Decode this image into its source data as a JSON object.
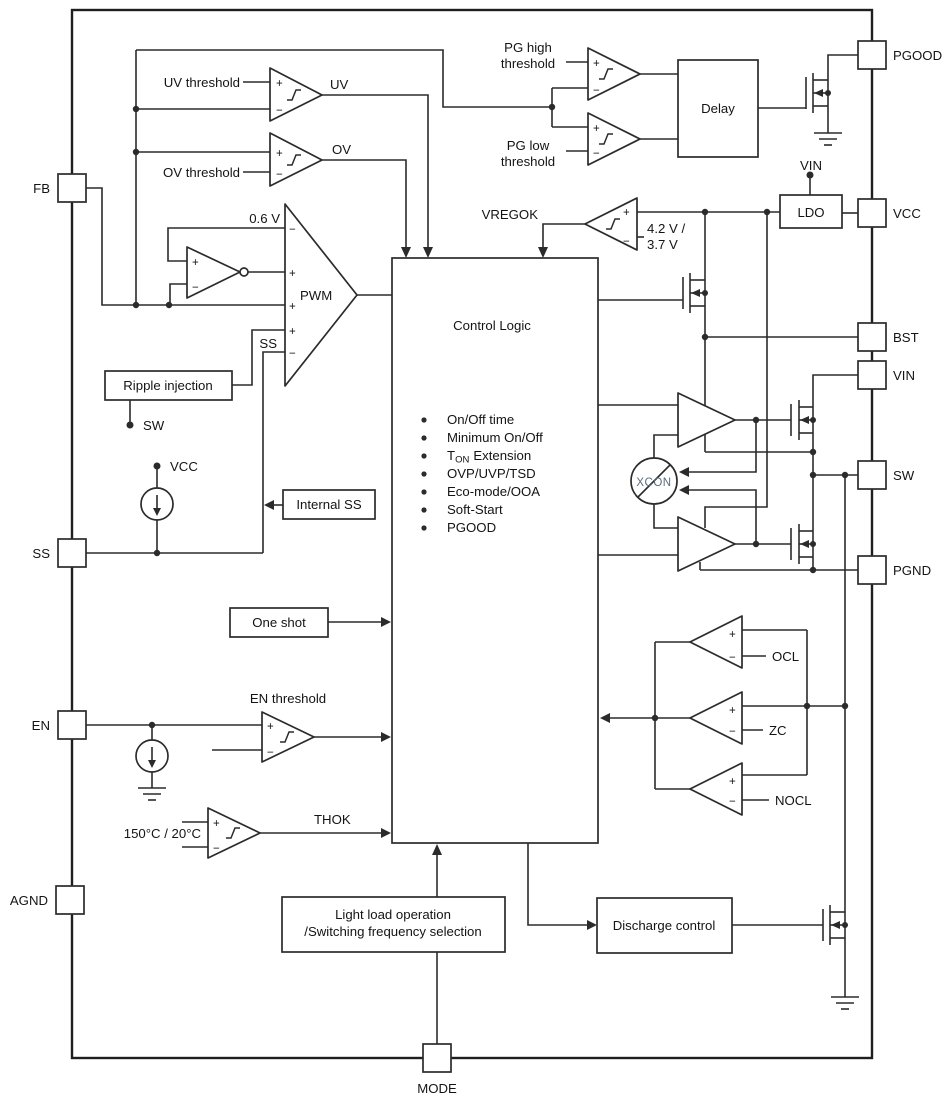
{
  "colors": {
    "line": "#2b2b2b",
    "text": "#141414",
    "xcon_text": "#5a6b7d",
    "background": "#ffffff"
  },
  "pins": {
    "fb": "FB",
    "ss": "SS",
    "en": "EN",
    "agnd": "AGND",
    "pgood": "PGOOD",
    "vcc": "VCC",
    "bst": "BST",
    "vin": "VIN",
    "sw": "SW",
    "pgnd": "PGND",
    "mode": "MODE"
  },
  "nets": {
    "vin": "VIN",
    "vcc": "VCC",
    "sw": "SW",
    "uv": "UV",
    "ov": "OV",
    "vregok": "VREGOK",
    "thok": "THOK",
    "pwm": "PWM",
    "ss": "SS"
  },
  "thresholds": {
    "uv": "UV threshold",
    "ov": "OV threshold",
    "pg_high_1": "PG high",
    "pg_high_2": "threshold",
    "pg_low_1": "PG low",
    "pg_low_2": "threshold",
    "en": "EN threshold",
    "temp": "150°C / 20°C",
    "vref": "0.6 V",
    "vcc_ok_1": "4.2 V /",
    "vcc_ok_2": "3.7 V",
    "ocl": "OCL",
    "zc": "ZC",
    "nocl": "NOCL"
  },
  "blocks": {
    "delay": "Delay",
    "ldo": "LDO",
    "ripple": "Ripple injection",
    "internal_ss": "Internal SS",
    "one_shot": "One shot",
    "control_logic": "Control Logic",
    "light_load_1": "Light load operation",
    "light_load_2": "/Switching frequency selection",
    "discharge": "Discharge control",
    "xcon": "XCON"
  },
  "control_logic_items": [
    "On/Off time",
    "Minimum On/Off",
    "OVP/UVP/TSD",
    "Eco-mode/OOA",
    "Soft-Start",
    "PGOOD"
  ],
  "ton": {
    "prefix": "T",
    "sub": "ON",
    "rest": "Extension"
  },
  "marks": {
    "plus": "+",
    "minus": "−"
  }
}
